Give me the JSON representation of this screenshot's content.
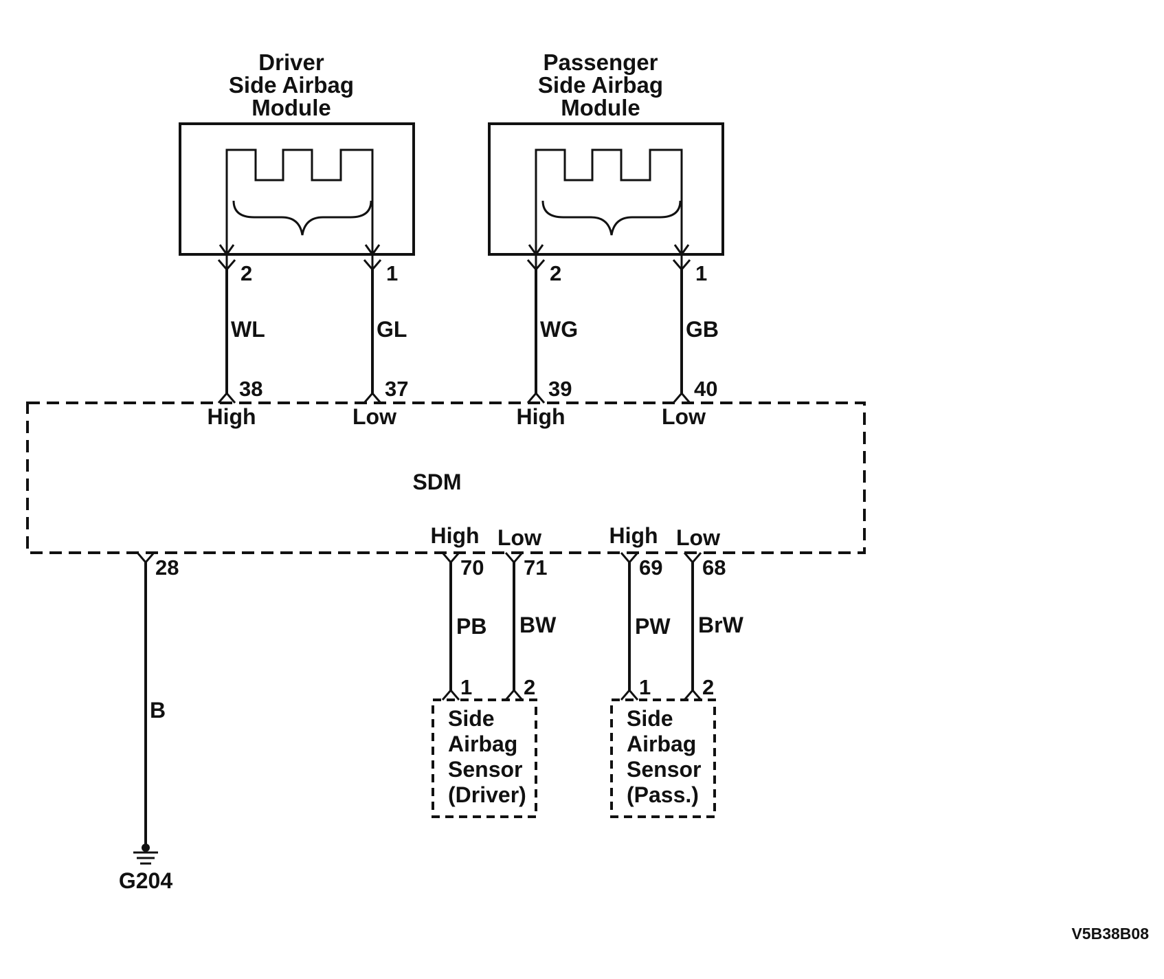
{
  "modules": {
    "driver": {
      "title": [
        "Driver",
        "Side Airbag",
        "Module"
      ],
      "pin_left": "2",
      "pin_right": "1"
    },
    "passenger": {
      "title": [
        "Passenger",
        "Side Airbag",
        "Module"
      ],
      "pin_left": "2",
      "pin_right": "1"
    }
  },
  "wires": {
    "driver_high": "WL",
    "driver_low": "GL",
    "pass_high": "WG",
    "pass_low": "GB",
    "ground": "B",
    "sensor_driver_high": "PB",
    "sensor_driver_low": "BW",
    "sensor_pass_high": "PW",
    "sensor_pass_low": "BrW"
  },
  "sdm": {
    "name": "SDM",
    "top_pins": [
      {
        "pin": "38",
        "label": "High"
      },
      {
        "pin": "37",
        "label": "Low"
      },
      {
        "pin": "39",
        "label": "High"
      },
      {
        "pin": "40",
        "label": "Low"
      }
    ],
    "bottom_pins": [
      {
        "pin": "28",
        "label": ""
      },
      {
        "pin": "70",
        "label": "High"
      },
      {
        "pin": "71",
        "label": "Low"
      },
      {
        "pin": "69",
        "label": "High"
      },
      {
        "pin": "68",
        "label": "Low"
      }
    ]
  },
  "sensors": {
    "driver": {
      "lines": [
        "Side",
        "Airbag",
        "Sensor",
        "(Driver)"
      ],
      "pin_left": "1",
      "pin_right": "2"
    },
    "passenger": {
      "lines": [
        "Side",
        "Airbag",
        "Sensor",
        "(Pass.)"
      ],
      "pin_left": "1",
      "pin_right": "2"
    }
  },
  "ground": {
    "name": "G204"
  },
  "figure_id": "V5B38B08"
}
